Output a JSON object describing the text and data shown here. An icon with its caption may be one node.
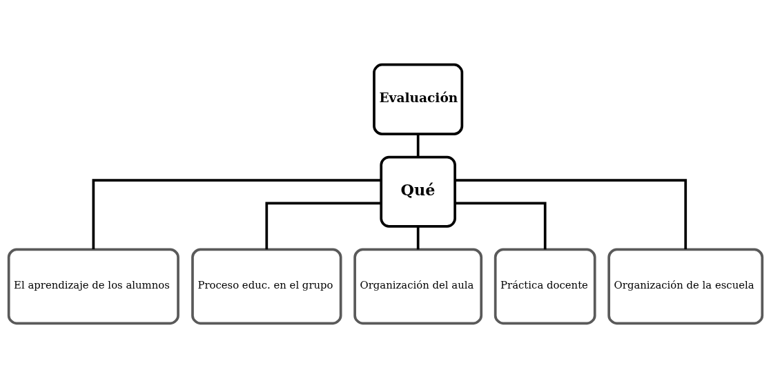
{
  "diagram": {
    "nodes": [
      {
        "text": [
          "Evaluación"
        ]
      },
      {
        "text": [
          "Qué"
        ]
      },
      {
        "text": [
          "El aprendizaje de los alumnos"
        ]
      },
      {
        "text": [
          "Proceso educ. en el grupo"
        ]
      },
      {
        "text": [
          "Organización del aula"
        ]
      },
      {
        "text": [
          "Práctica docente"
        ]
      },
      {
        "text": [
          "Organización de la escuela"
        ]
      }
    ],
    "edges": [
      {
        "from": 0,
        "to": 1,
        "arrow": "none"
      },
      {
        "from": 1,
        "to": 2,
        "arrow": "none"
      },
      {
        "from": 1,
        "to": 3,
        "arrow": "none"
      },
      {
        "from": 1,
        "to": 4,
        "arrow": "none"
      },
      {
        "from": 1,
        "to": 5,
        "arrow": "none"
      },
      {
        "from": 1,
        "to": 6,
        "arrow": "none"
      }
    ]
  }
}
